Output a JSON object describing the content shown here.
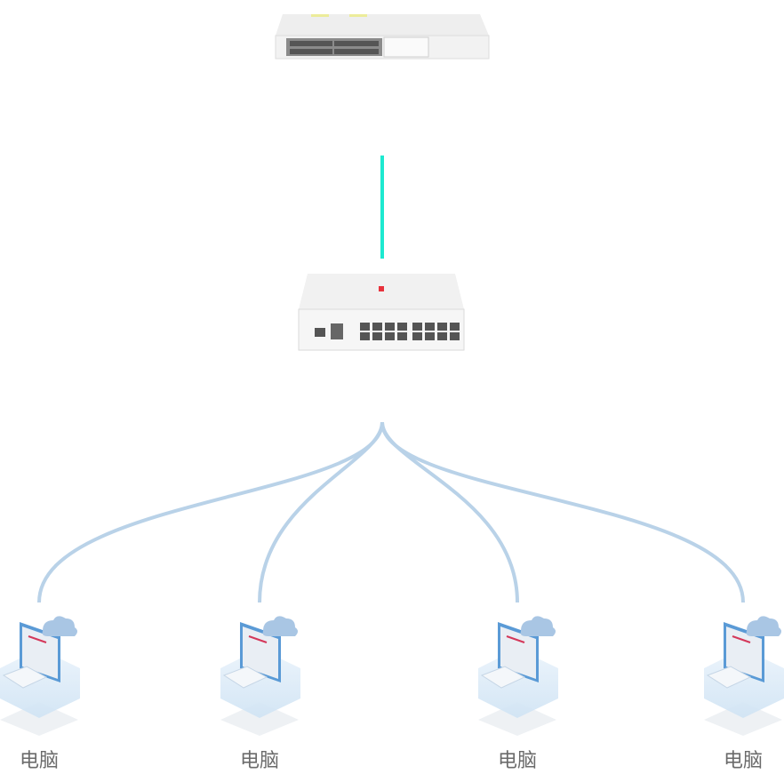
{
  "diagram": {
    "core_switch": {
      "icon": "rack-switch-icon"
    },
    "access_switch": {
      "icon": "desktop-switch-icon",
      "brand_color": "#e8323c"
    },
    "uplink_color": "#1de9d0",
    "downlink_color": "#b9d2e8",
    "computers": [
      {
        "label": "电脑",
        "icon": "computer-cloud-icon"
      },
      {
        "label": "电脑",
        "icon": "computer-cloud-icon"
      },
      {
        "label": "电脑",
        "icon": "computer-cloud-icon"
      },
      {
        "label": "电脑",
        "icon": "computer-cloud-icon"
      }
    ]
  }
}
